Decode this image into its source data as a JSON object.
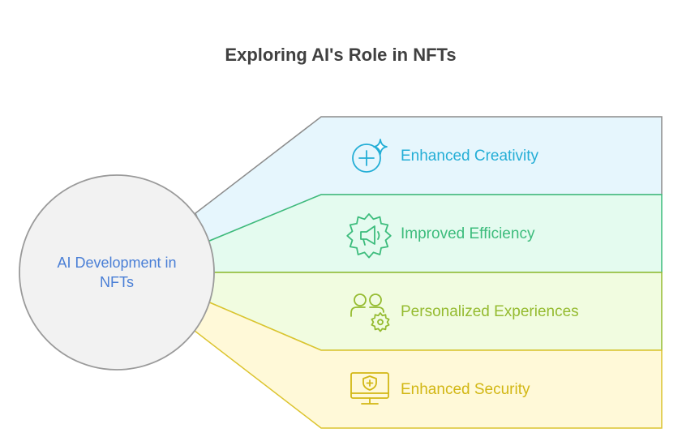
{
  "title": "Exploring AI's Role in NFTs",
  "hub": {
    "line1": "AI Development in",
    "line2": "NFTs",
    "fill": "#f2f2f2",
    "stroke": "#9a9a9a",
    "text_color": "#4a7fd6"
  },
  "segments": [
    {
      "label": "Enhanced Creativity",
      "icon": "sparkle-plus-icon",
      "fill": "#e6f6fd",
      "stroke": "#8c8c8c",
      "accent": "#24aed6"
    },
    {
      "label": "Improved Efficiency",
      "icon": "gear-megaphone-icon",
      "fill": "#e4fbef",
      "stroke": "#3cbc7c",
      "accent": "#3cbc7c"
    },
    {
      "label": "Personalized Experiences",
      "icon": "users-gear-icon",
      "fill": "#f1fce0",
      "stroke": "#95bb30",
      "accent": "#95bb30"
    },
    {
      "label": "Enhanced Security",
      "icon": "monitor-shield-icon",
      "fill": "#fff9d8",
      "stroke": "#dcc42e",
      "accent": "#d2b714"
    }
  ]
}
